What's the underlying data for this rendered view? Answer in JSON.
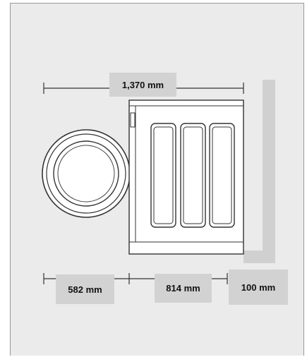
{
  "dimensions": {
    "total_width": "1,370 mm",
    "door_depth": "582 mm",
    "machine_depth": "814 mm",
    "wall_clearance": "100 mm"
  },
  "colors": {
    "background": "#ebebeb",
    "frame_border": "#9a9a9a",
    "label_bg": "#d2d2d2",
    "wall": "#d0d0d0",
    "line": "#333333"
  }
}
